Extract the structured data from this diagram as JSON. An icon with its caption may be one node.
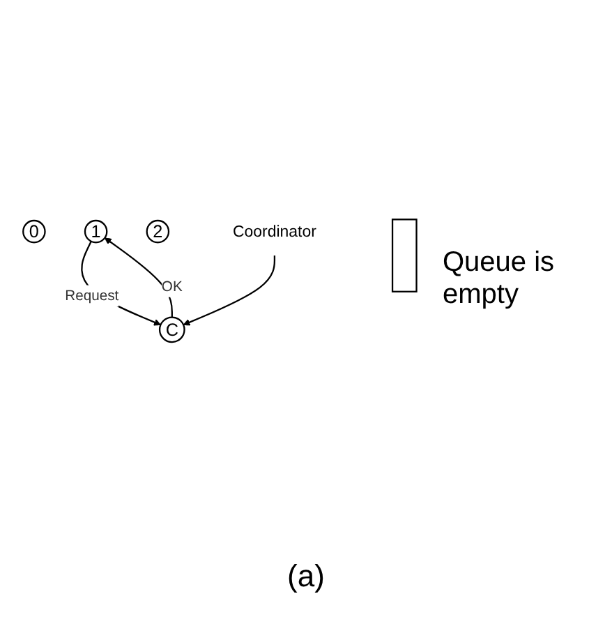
{
  "diagram": {
    "caption": "(a)",
    "nodes": [
      {
        "text": [
          "0"
        ]
      },
      {
        "text": [
          "1"
        ]
      },
      {
        "text": [
          "2"
        ]
      },
      {
        "text": [
          "C"
        ]
      },
      {
        "text": [
          "Coordinator"
        ]
      },
      {
        "text": [],
        "shape": "box",
        "beside": [
          "Queue is empty"
        ]
      }
    ],
    "edges": [
      {
        "from": 1,
        "to": 3,
        "arrow": "to",
        "label": "Request"
      },
      {
        "from": 3,
        "to": 1,
        "arrow": "to",
        "label": "OK"
      },
      {
        "from": 4,
        "to": 3,
        "arrow": "to"
      }
    ]
  }
}
